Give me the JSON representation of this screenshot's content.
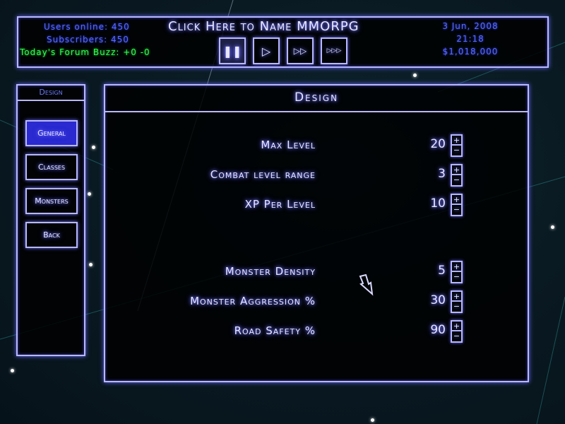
{
  "header": {
    "users_online": "Users online: 450",
    "subscribers": "Subscribers: 450",
    "forum_buzz": "Today's Forum Buzz: +0 -0",
    "title": "Click Here to Name MMORPG",
    "date": "3 Jun, 2008",
    "time": "21:18",
    "money": "$1,018,000",
    "speed_buttons": [
      {
        "icon": "pause-icon",
        "glyph": "❚❚"
      },
      {
        "icon": "play-icon",
        "glyph": "▷"
      },
      {
        "icon": "fast-forward-icon",
        "glyph": "▷▷"
      },
      {
        "icon": "fastest-icon",
        "glyph": "▷▷▷"
      }
    ]
  },
  "sidebar": {
    "title": "Design",
    "items": [
      {
        "label": "General"
      },
      {
        "label": "Classes"
      },
      {
        "label": "Monsters"
      },
      {
        "label": "Back"
      }
    ]
  },
  "main": {
    "title": "Design",
    "settings": [
      {
        "label": "Max Level",
        "value": "20"
      },
      {
        "label": "Combat level range",
        "value": "3"
      },
      {
        "label": "XP Per Level",
        "value": "10"
      },
      {
        "label": "Monster Density",
        "value": "5"
      },
      {
        "label": "Monster Aggression %",
        "value": "30"
      },
      {
        "label": "Road Safety %",
        "value": "90"
      }
    ],
    "plus": "+",
    "minus": "−"
  },
  "colors": {
    "accent": "#b8b8ff",
    "selected": "#2a2ad0",
    "buzz": "#30ff50",
    "stat": "#5a6aff"
  }
}
